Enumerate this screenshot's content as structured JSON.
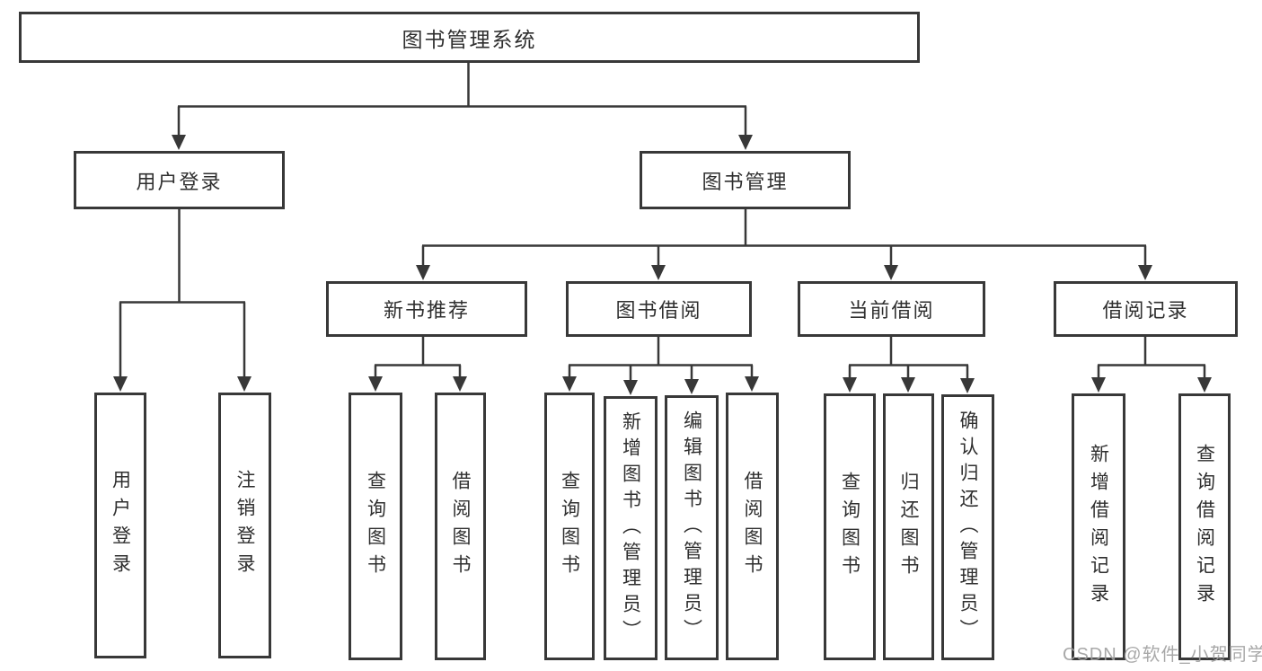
{
  "diagram": {
    "root": {
      "label": "图书管理系统"
    },
    "level2": [
      {
        "label": "用户登录"
      },
      {
        "label": "图书管理"
      }
    ],
    "level3": [
      {
        "label": "新书推荐"
      },
      {
        "label": "图书借阅"
      },
      {
        "label": "当前借阅"
      },
      {
        "label": "借阅记录"
      }
    ],
    "leaves": {
      "user_login": [
        "用户登录",
        "注销登录"
      ],
      "new_book": [
        "查询图书",
        "借阅图书"
      ],
      "book_borrow": [
        "查询图书",
        "新增图书（管理员）",
        "编辑图书（管理员）",
        "借阅图书"
      ],
      "current_borrow": [
        "查询图书",
        "归还图书",
        "确认归还（管理员）"
      ],
      "borrow_record": [
        "新增借阅记录",
        "查询借阅记录"
      ]
    },
    "watermark": "CSDN @软件_小贺同学",
    "colors": {
      "line": "#383838",
      "box_border": "#383838",
      "text": "#2f2f2f",
      "watermark": "#9e9e9e",
      "background": "#ffffff"
    }
  }
}
